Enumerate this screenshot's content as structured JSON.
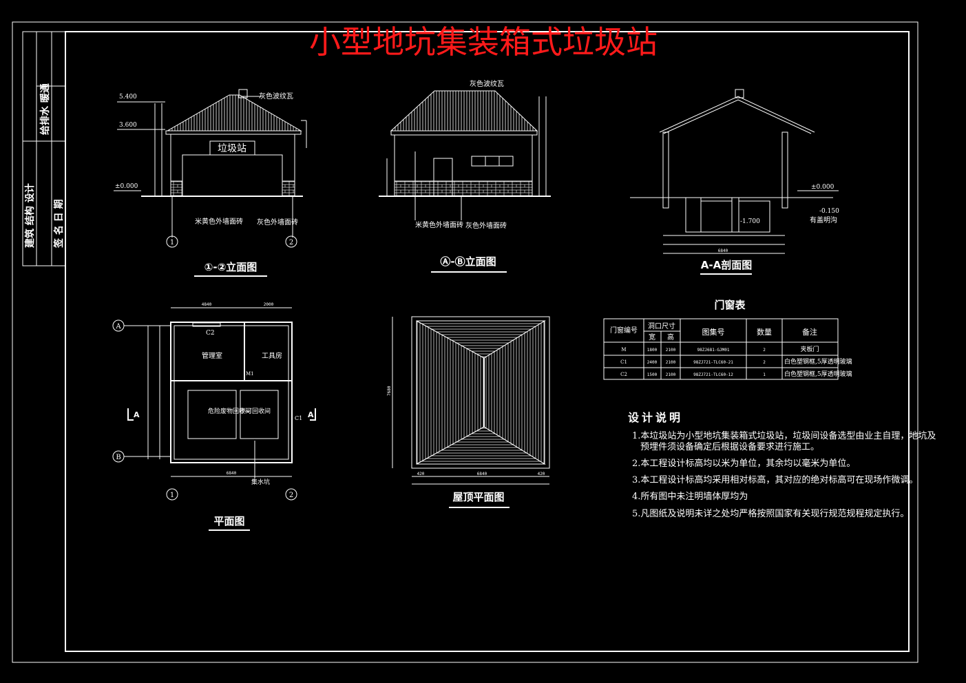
{
  "title": "小型地坑集装箱式垃圾站",
  "colors": {
    "title": "#ff1a1a",
    "line": "#ffffff",
    "background": "#000000"
  },
  "titleblock": {
    "col1": "建筑 结构 设计",
    "col2": "给排水 暖通",
    "col3": "签 名 日 期"
  },
  "elev12": {
    "sign": "垃圾站",
    "roof_note": "灰色波纹瓦",
    "wall_note_1": "米黄色外墙面砖",
    "wall_note_2": "灰色外墙面砖",
    "level_top": "5.400",
    "level_mid": "3.600",
    "level_ground": "±0.000",
    "axis_1": "1",
    "axis_2": "2",
    "label": "①-②立面图"
  },
  "elevAB": {
    "roof_note": "灰色波纹瓦",
    "wall_note_1": "米黄色外墙面砖",
    "wall_note_2": "灰色外墙面砖",
    "label": "Ⓐ-Ⓑ立面图"
  },
  "section": {
    "level_ground": "±0.000",
    "level_pit": "-1.700",
    "level_ditch": "-0.150",
    "ditch_note": "有盖明沟",
    "total": "6840",
    "label": "A-A剖面图"
  },
  "plan": {
    "room_1": "管理室",
    "room_2": "工具房",
    "room_3": "危险废物回收间",
    "room_4": "不可回收间",
    "win_c2": "C2",
    "win_c1": "C1",
    "door_1": "M1",
    "dim_top_1": "4840",
    "dim_top_2": "2000",
    "dim_bottom": "6840",
    "pit_note": "集水坑",
    "axis_a": "A",
    "axis_b": "B",
    "axis_1": "1",
    "axis_2": "2",
    "section_mark": "A",
    "label": "平面图"
  },
  "roofplan": {
    "dim_total": "7680",
    "dim_mid": "6840",
    "dim_side": "420",
    "label": "屋顶平面图"
  },
  "table": {
    "title": "门窗表",
    "headers": {
      "code": "门窗编号",
      "size": "洞口尺寸",
      "width": "宽",
      "height": "高",
      "atlas": "图集号",
      "qty": "数量",
      "note": "备注"
    },
    "rows": [
      {
        "code": "M",
        "width": "1800",
        "height": "2100",
        "atlas": "98ZJ681-GJM01",
        "qty": "2",
        "note": "夹板门"
      },
      {
        "code": "C1",
        "width": "2400",
        "height": "2100",
        "atlas": "98ZJ721-TLC60-21",
        "qty": "2",
        "note": "白色塑钢框,5厚透明玻璃"
      },
      {
        "code": "C2",
        "width": "1500",
        "height": "2100",
        "atlas": "98ZJ721-TLC60-12",
        "qty": "1",
        "note": "白色塑钢框,5厚透明玻璃"
      }
    ]
  },
  "notes": {
    "title": "设计说明",
    "items": [
      "1.本垃圾站为小型地坑集装箱式垃圾站，垃圾间设备选型由业主自理，地坑及",
      "预埋件须设备确定后根据设备要求进行施工。",
      "2.本工程设计标高均以米为单位，其余均以毫米为单位。",
      "3.本工程设计标高均采用相对标高，其对应的绝对标高可在现场作微调。",
      "4.所有图中未注明墙体厚均为",
      "5.凡图纸及说明未详之处均严格按照国家有关现行规范规程规定执行。"
    ]
  }
}
